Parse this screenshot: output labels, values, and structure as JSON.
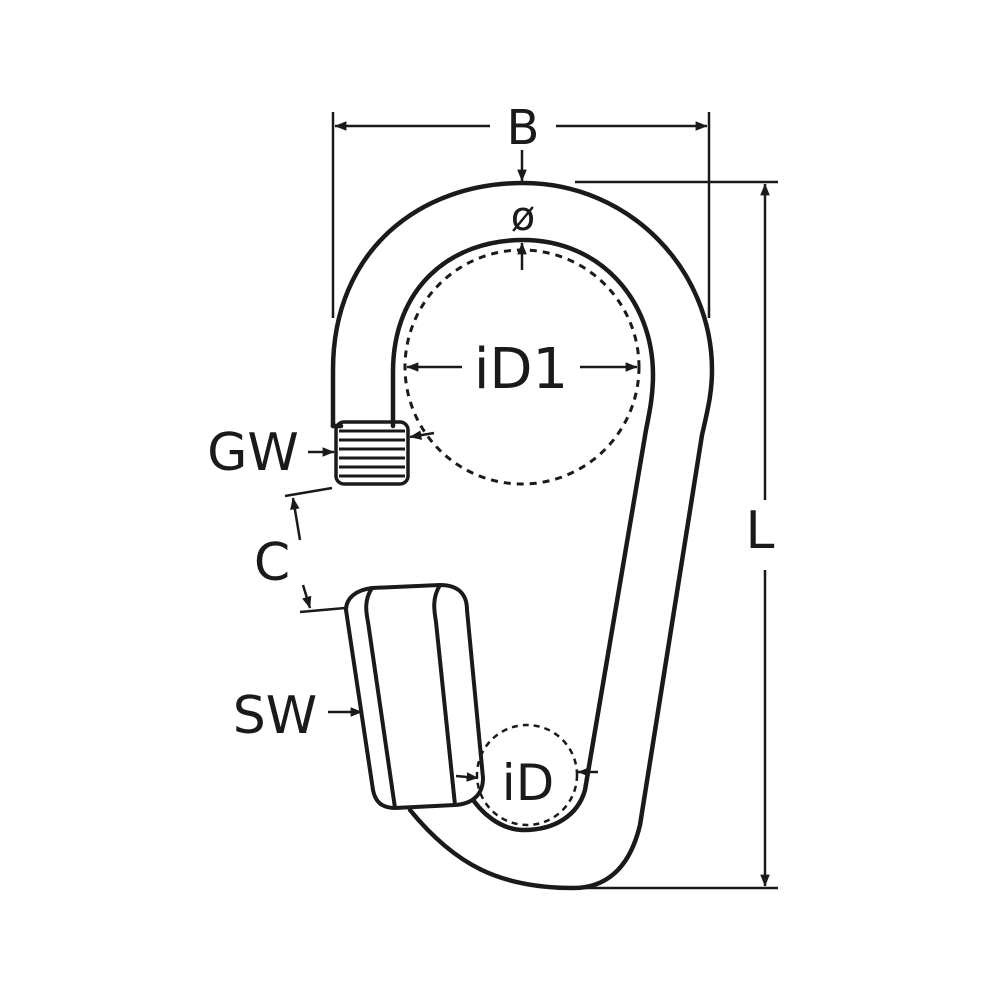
{
  "labels": {
    "width": "B",
    "diameter": "ø",
    "inner_diameter_large": "iD1",
    "thread": "GW",
    "gap": "C",
    "length": "L",
    "wrench_size": "SW",
    "inner_diameter_small": "iD"
  },
  "colors": {
    "line": "#1a1a1a",
    "background": "#ffffff"
  }
}
